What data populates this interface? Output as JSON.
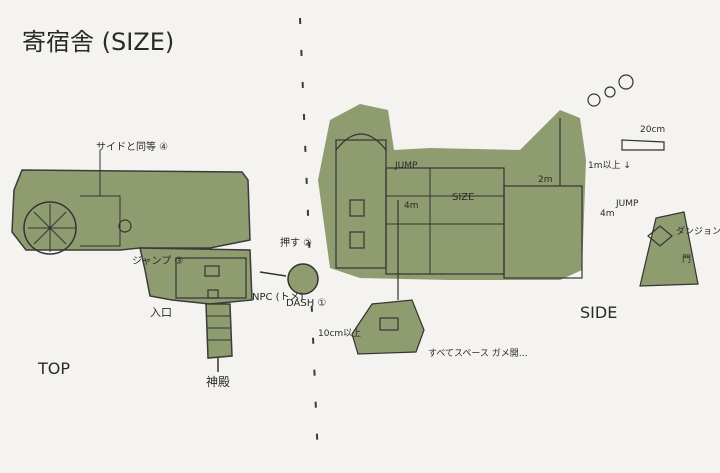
{
  "title": "寄宿舎 (SIZE)",
  "views": {
    "top": "TOP",
    "side": "SIDE"
  },
  "annotations": {
    "top_wall": "サイドと同等 ④",
    "jump_stairs": "ジャンプ ③",
    "entrance": "入口",
    "npc": "NPC (トメ)",
    "dash": "DASH ①",
    "push": "押す ②",
    "shrine": "神殿",
    "side_jump": "JUMP",
    "side_4m": "4m",
    "side_sign": "SIZE",
    "side_1m": "1m以上 ↓",
    "side_2m": "2m",
    "side_20cm": "20cm",
    "side_jump_right": "JUMP",
    "side_dungeon": "ダンジョン",
    "side_gate": "門",
    "side_4m_right": "4m",
    "ledge": "10cm以上",
    "space_note": "すべてスペース ガメ開…"
  },
  "colors": {
    "paper": "#f4f3ef",
    "fill": "#8e9c70",
    "ink": "#2a2a2a"
  }
}
